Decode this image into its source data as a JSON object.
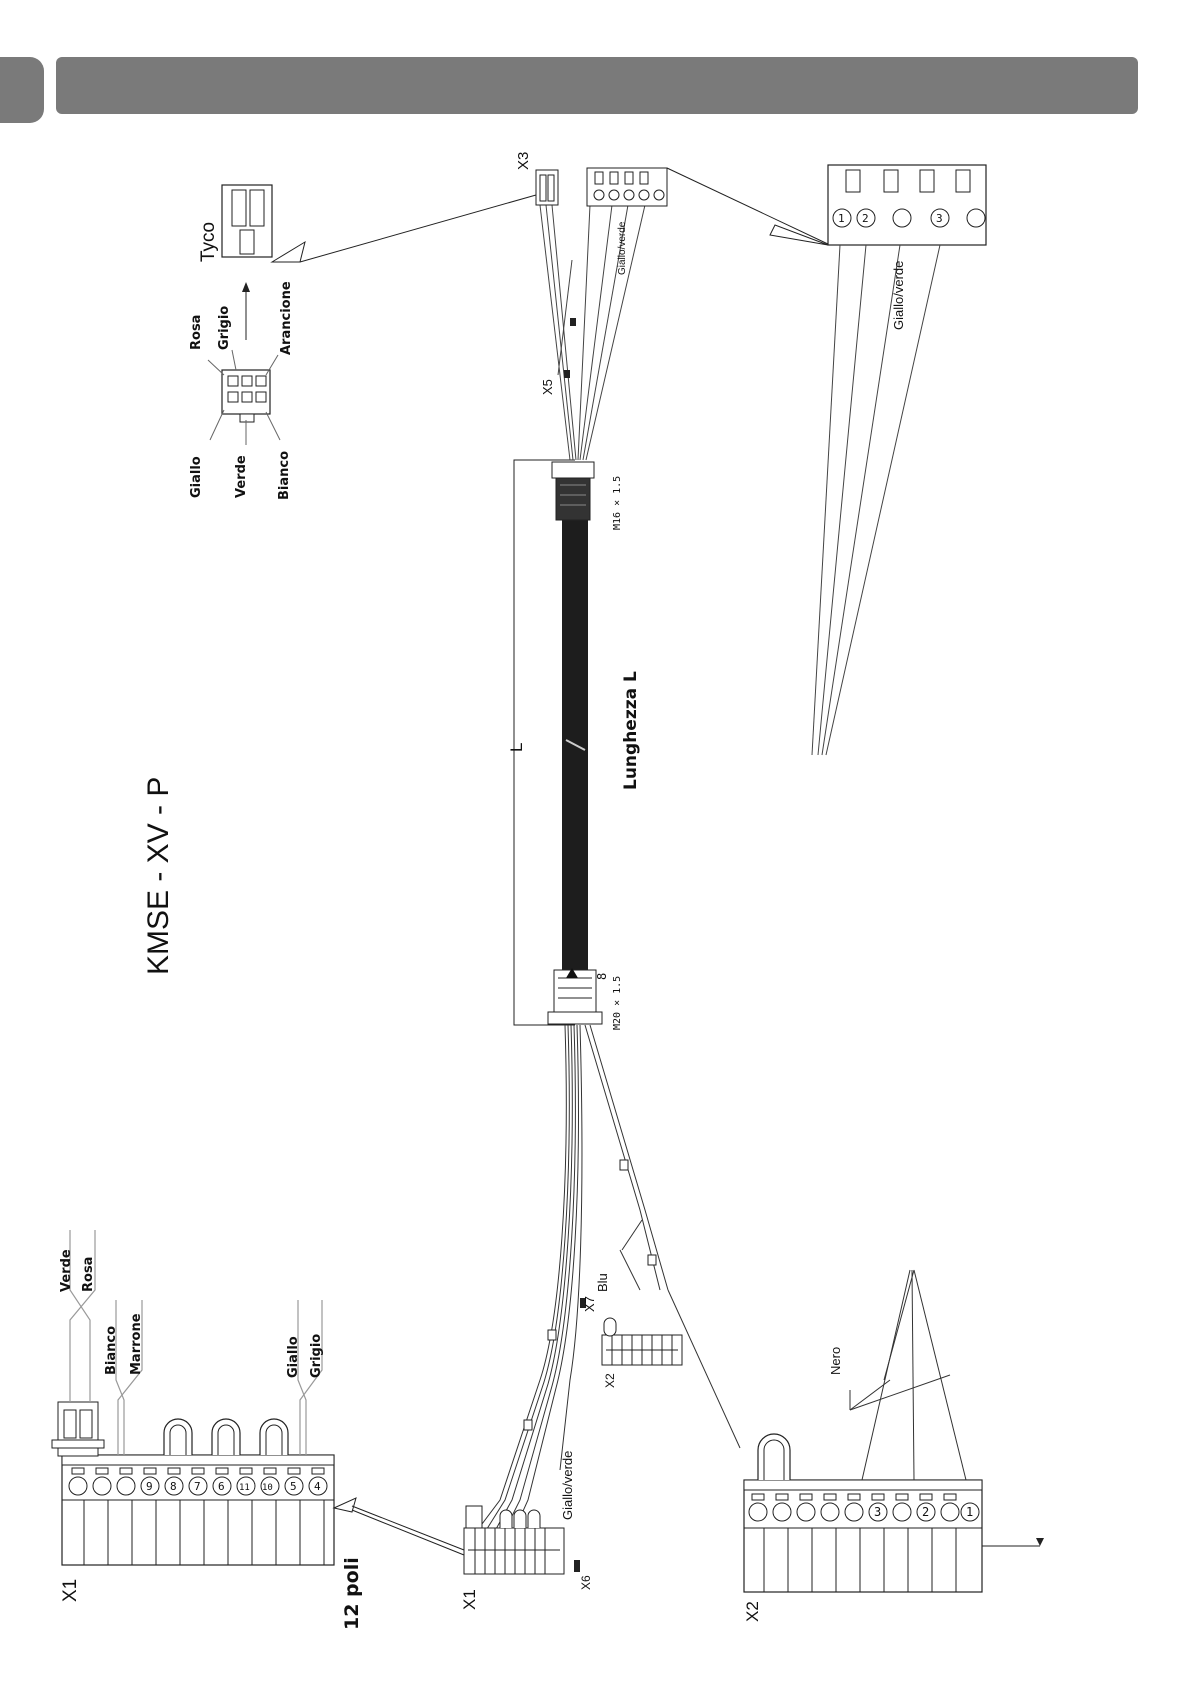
{
  "title": "KMSE - XV - P",
  "cable": {
    "length_symbol": "L",
    "length_label": "Lunghezza L",
    "gland_small": "M16 × 1.5",
    "gland_large": "M20 × 1.5",
    "gland_large_index": "8"
  },
  "connectors": {
    "x1_left": "X1",
    "x1_mid": "X1",
    "x1_poles": "12 poli",
    "x2_mid": "X2",
    "x2_bottom": "X2",
    "x3": "X3",
    "x5": "X5",
    "x6": "X6",
    "x7": "X7",
    "tyco": "Tyco"
  },
  "wires": {
    "verde": "Verde",
    "rosa": "Rosa",
    "bianco": "Bianco",
    "marrone": "Marrone",
    "giallo": "Giallo",
    "grigio": "Grigio",
    "arancione": "Arancione",
    "blu": "Blu",
    "nero": "Nero",
    "giallo_verde": "Giallo/verde"
  },
  "terminals_x1": [
    "4",
    "5",
    "10",
    "11",
    "6",
    "7",
    "8",
    "9"
  ],
  "terminals_x2": [
    "1",
    "2",
    "3"
  ],
  "terminals_x3": [
    "1",
    "2",
    "3"
  ]
}
